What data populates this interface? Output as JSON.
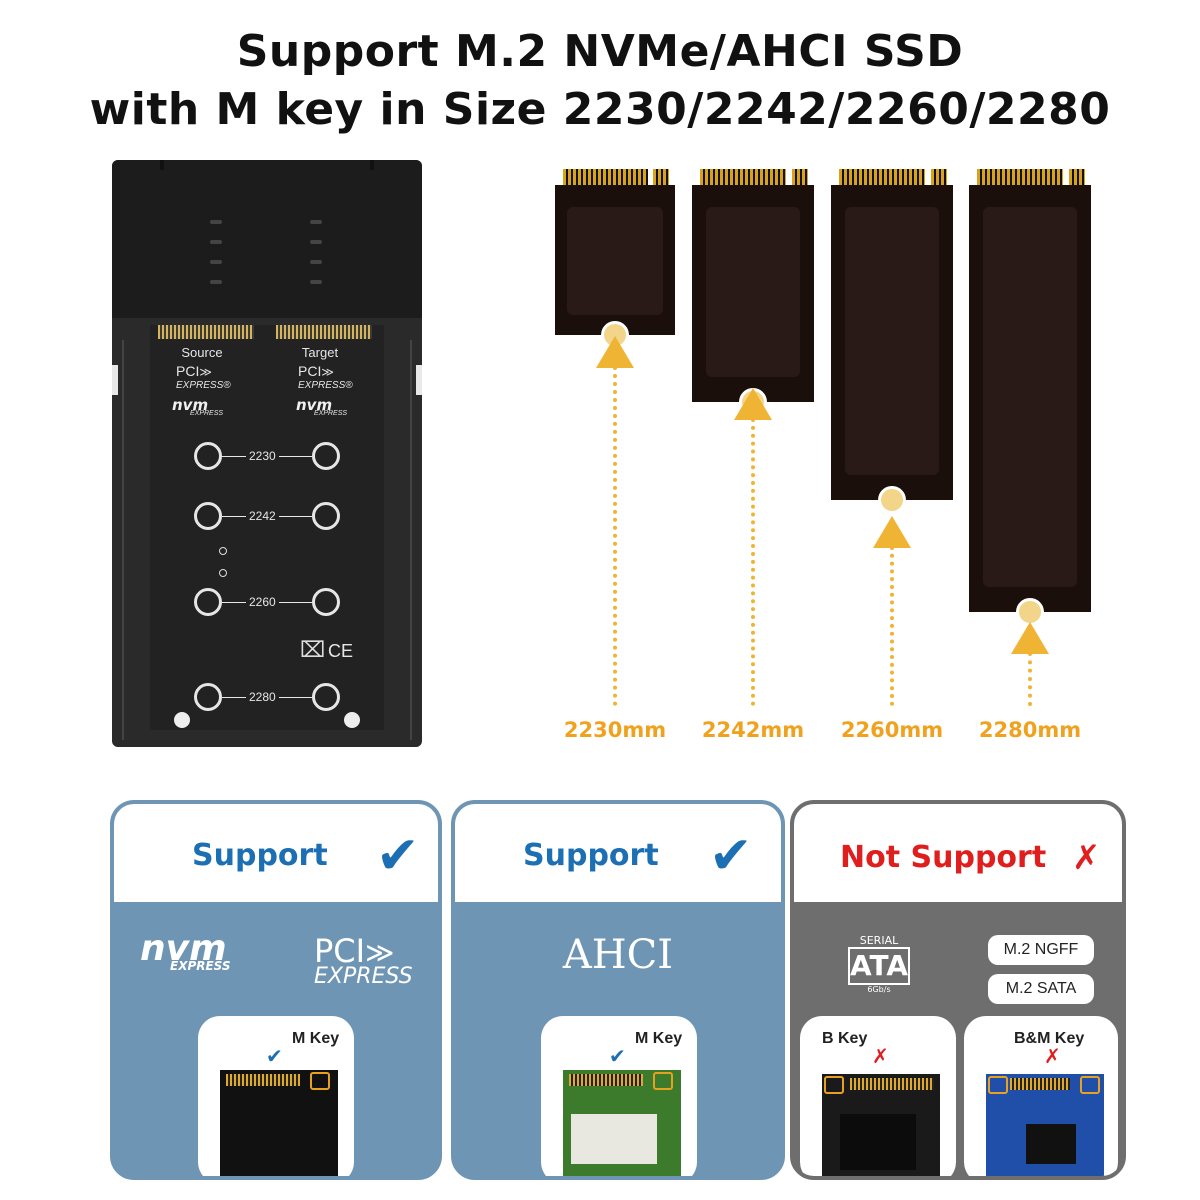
{
  "header": {
    "line1": "Support M.2 NVMe/AHCI SSD",
    "line2": "with M key in Size 2230/2242/2260/2280"
  },
  "enclosure": {
    "source_label": "Source",
    "target_label": "Target",
    "pci_text": "PCI",
    "express_text": "EXPRESS®",
    "nvm_text": "nvm",
    "nvm_express": "EXPRESS",
    "sizes": [
      "2230",
      "2242",
      "2260",
      "2280"
    ],
    "ce_mark": "CE",
    "weee_icon": "crossed-bin-icon"
  },
  "ssd_sizes": {
    "labels": [
      "2230mm",
      "2242mm",
      "2260mm",
      "2280mm"
    ],
    "arrow_color": "#f0b434"
  },
  "cards": {
    "nvme": {
      "head": "Support",
      "logo_nvm": "nvm",
      "logo_nvm_express": "EXPRESS",
      "logo_pci": "PCI",
      "logo_pci_express": "EXPRESS",
      "key_label": "M Key",
      "mark": "✔"
    },
    "ahci": {
      "head": "Support",
      "logo": "AHCI",
      "key_label": "M Key",
      "mark": "✔"
    },
    "not": {
      "head": "Not Support",
      "mark": "✗",
      "sata_top": "SERIAL",
      "sata_main": "ATA",
      "sata_speed": "6Gb/s",
      "pill1": "M.2 NGFF",
      "pill2": "M.2 SATA",
      "b_key": "B Key",
      "bm_key": "B&M Key",
      "x_mark": "✗"
    }
  },
  "colors": {
    "support_blue": "#1d6fb3",
    "not_red": "#e01e1e",
    "card_blue": "#6f95b4",
    "card_grey": "#6e6e6e"
  }
}
